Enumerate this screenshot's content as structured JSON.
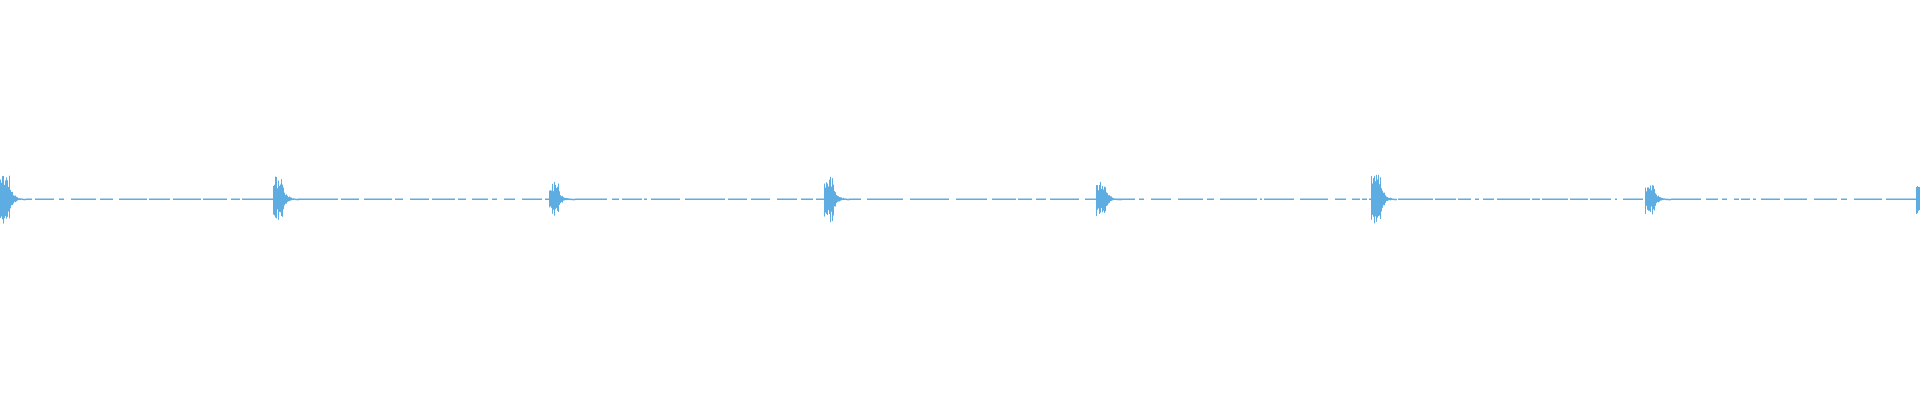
{
  "chart_data": {
    "type": "waveform",
    "title": "",
    "xlabel": "",
    "ylabel": "",
    "axes_visible": false,
    "grid": false,
    "ylim": [
      -1,
      1
    ],
    "color": "#5DADE2",
    "background": "#FFFFFF",
    "bursts": [
      {
        "time_fraction": 0.0,
        "peak_amplitude": 0.13
      },
      {
        "time_fraction": 0.142,
        "peak_amplitude": 0.12
      },
      {
        "time_fraction": 0.286,
        "peak_amplitude": 0.09
      },
      {
        "time_fraction": 0.429,
        "peak_amplitude": 0.12
      },
      {
        "time_fraction": 0.571,
        "peak_amplitude": 0.09
      },
      {
        "time_fraction": 0.714,
        "peak_amplitude": 0.14
      },
      {
        "time_fraction": 0.857,
        "peak_amplitude": 0.08
      },
      {
        "time_fraction": 0.998,
        "peak_amplitude": 0.1
      }
    ]
  }
}
